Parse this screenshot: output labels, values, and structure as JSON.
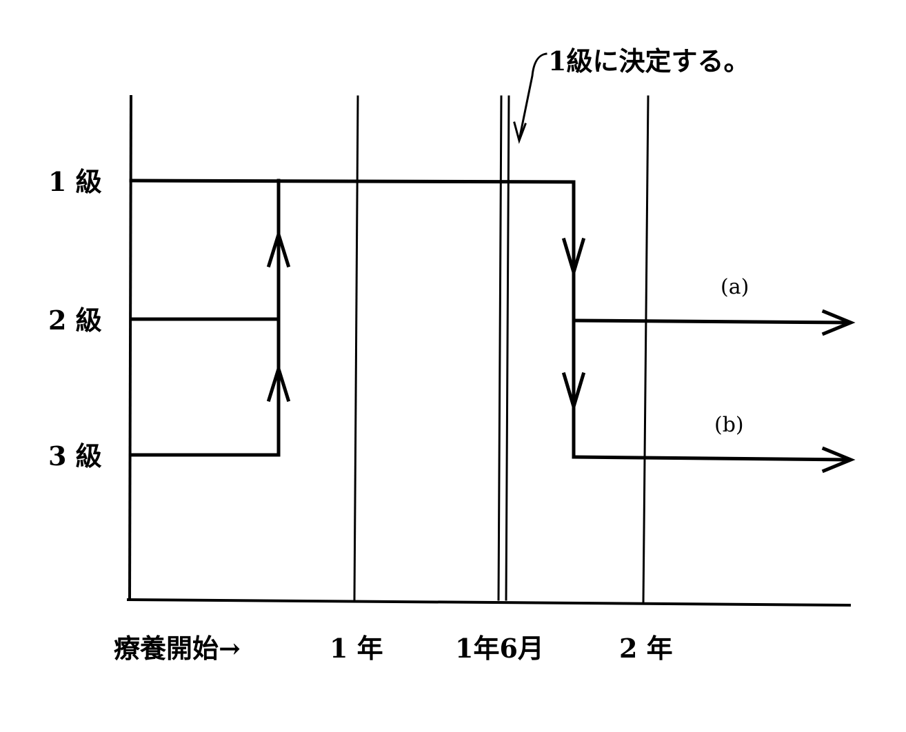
{
  "annotation": "1級に決定する。",
  "grades": [
    "1 級",
    "2 級",
    "3 級"
  ],
  "time_axis": {
    "start": "療養開始→",
    "ticks": [
      "1 年",
      "1年6月",
      "2 年"
    ]
  },
  "outcomes": [
    "(a)",
    "(b)"
  ]
}
